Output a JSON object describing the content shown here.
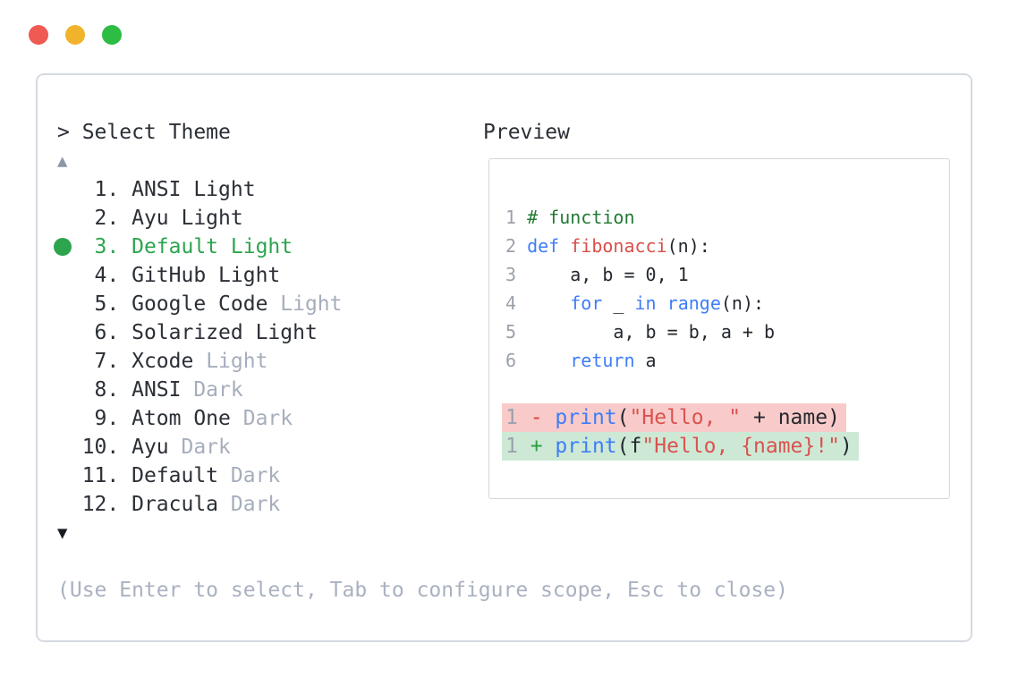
{
  "window": {
    "traffic_lights": [
      {
        "name": "close",
        "color": "#ef5a52"
      },
      {
        "name": "minimize",
        "color": "#f2b32c"
      },
      {
        "name": "maximize",
        "color": "#2dbd45"
      }
    ]
  },
  "theme_picker": {
    "prompt": "> Select Theme",
    "scroll_up": "▲",
    "scroll_down": "▼",
    "items": [
      {
        "num": "   1. ",
        "name": "ANSI",
        "variant": "Light",
        "muted": false,
        "selected": false
      },
      {
        "num": "   2. ",
        "name": "Ayu",
        "variant": "Light",
        "muted": false,
        "selected": false
      },
      {
        "num": "   3. ",
        "name": "Default",
        "variant": "Light",
        "muted": false,
        "selected": true
      },
      {
        "num": "   4. ",
        "name": "GitHub",
        "variant": "Light",
        "muted": false,
        "selected": false
      },
      {
        "num": "   5. ",
        "name": "Google Code",
        "variant": "Light",
        "muted": true,
        "selected": false
      },
      {
        "num": "   6. ",
        "name": "Solarized",
        "variant": "Light",
        "muted": false,
        "selected": false
      },
      {
        "num": "   7. ",
        "name": "Xcode",
        "variant": "Light",
        "muted": true,
        "selected": false
      },
      {
        "num": "   8. ",
        "name": "ANSI",
        "variant": "Dark",
        "muted": true,
        "selected": false
      },
      {
        "num": "   9. ",
        "name": "Atom One",
        "variant": "Dark",
        "muted": true,
        "selected": false
      },
      {
        "num": "  10. ",
        "name": "Ayu",
        "variant": "Dark",
        "muted": true,
        "selected": false
      },
      {
        "num": "  11. ",
        "name": "Default",
        "variant": "Dark",
        "muted": true,
        "selected": false
      },
      {
        "num": "  12. ",
        "name": "Dracula",
        "variant": "Dark",
        "muted": true,
        "selected": false
      }
    ],
    "hint": "(Use Enter to select, Tab to configure scope, Esc to close)"
  },
  "preview": {
    "title": "Preview",
    "lines": [
      {
        "type": "code",
        "num": "1",
        "tokens": [
          {
            "t": "# function",
            "c": "com"
          }
        ]
      },
      {
        "type": "code",
        "num": "2",
        "tokens": [
          {
            "t": "def",
            "c": "kw"
          },
          {
            "t": " ",
            "c": "pln"
          },
          {
            "t": "fibonacci",
            "c": "fn"
          },
          {
            "t": "(n):",
            "c": "pln"
          }
        ]
      },
      {
        "type": "code",
        "num": "3",
        "tokens": [
          {
            "t": "    a, b = 0, 1",
            "c": "pln"
          }
        ]
      },
      {
        "type": "code",
        "num": "4",
        "tokens": [
          {
            "t": "    ",
            "c": "pln"
          },
          {
            "t": "for",
            "c": "kw"
          },
          {
            "t": " _ ",
            "c": "pln"
          },
          {
            "t": "in",
            "c": "kw"
          },
          {
            "t": " ",
            "c": "pln"
          },
          {
            "t": "range",
            "c": "kw"
          },
          {
            "t": "(n):",
            "c": "pln"
          }
        ]
      },
      {
        "type": "code",
        "num": "5",
        "tokens": [
          {
            "t": "        a, b = b, a + b",
            "c": "pln"
          }
        ]
      },
      {
        "type": "code",
        "num": "6",
        "tokens": [
          {
            "t": "    ",
            "c": "pln"
          },
          {
            "t": "return",
            "c": "kw"
          },
          {
            "t": " a",
            "c": "pln"
          }
        ]
      },
      {
        "type": "blank"
      },
      {
        "type": "del",
        "num": "1",
        "tokens": [
          {
            "t": "-",
            "c": "sign"
          },
          {
            "t": " ",
            "c": "pln"
          },
          {
            "t": "print",
            "c": "kw"
          },
          {
            "t": "(",
            "c": "pln"
          },
          {
            "t": "\"Hello, \"",
            "c": "str"
          },
          {
            "t": " + name)",
            "c": "pln"
          }
        ]
      },
      {
        "type": "add",
        "num": "1",
        "tokens": [
          {
            "t": "+",
            "c": "sign"
          },
          {
            "t": " ",
            "c": "pln"
          },
          {
            "t": "print",
            "c": "kw"
          },
          {
            "t": "(f",
            "c": "pln"
          },
          {
            "t": "\"Hello, {name}!\"",
            "c": "str"
          },
          {
            "t": ")",
            "c": "pln"
          }
        ]
      }
    ]
  },
  "colors": {
    "text": "#2b2f36",
    "muted": "#a6aebc",
    "hint": "#a9b1c0",
    "accent_green": "#2da44e",
    "scroll_up_arrow": "#8d97a9",
    "scroll_down_arrow": "#181c22",
    "border": "#d5dae1",
    "preview_border": "#d2d7dd",
    "line_number": "#9ba1ab",
    "code_text": "#24282e",
    "keyword_blue": "#3f7df6",
    "function_red": "#da4f4b",
    "string_red": "#d9534f",
    "comment_green": "#237a34",
    "diff_del_bg": "#f8cbca",
    "diff_add_bg": "#cde9d6",
    "diff_del_sign": "#cf4237",
    "diff_add_sign": "#2f9e44"
  }
}
